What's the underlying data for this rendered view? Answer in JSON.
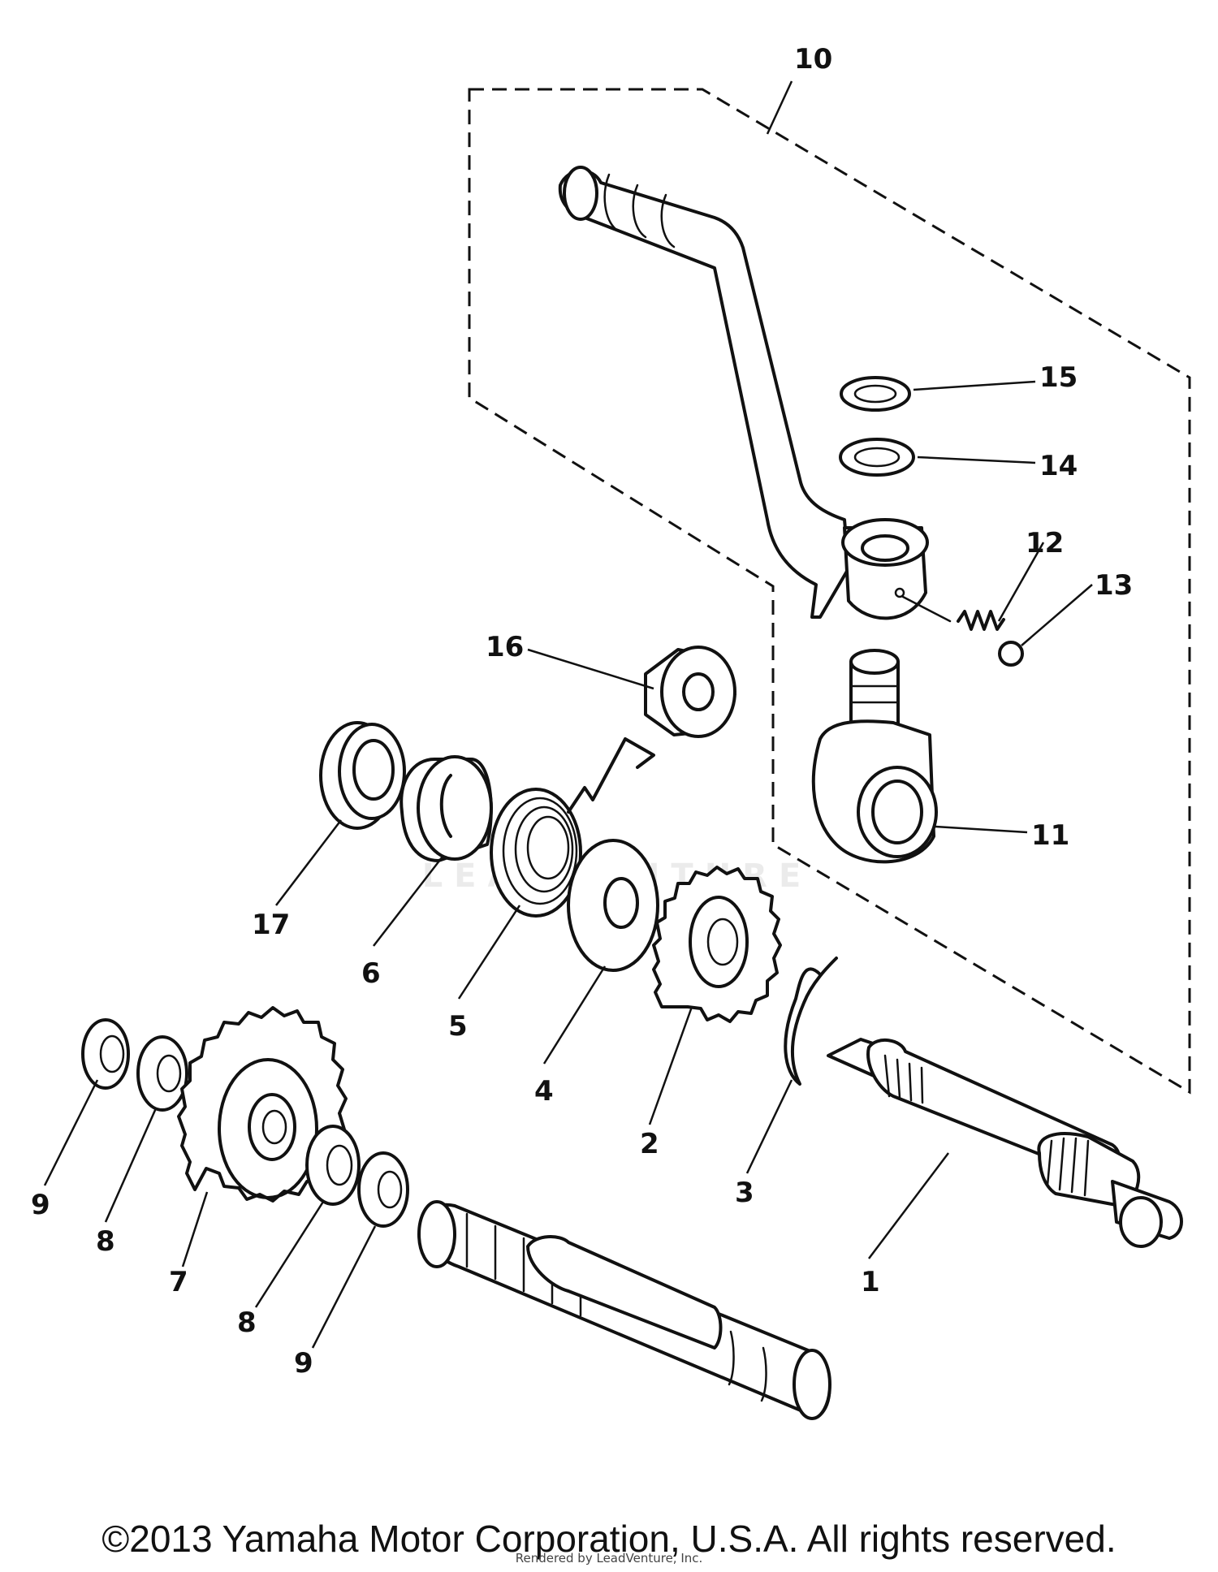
{
  "diagram": {
    "part_labels": [
      "1",
      "2",
      "3",
      "4",
      "5",
      "6",
      "7",
      "8",
      "8",
      "9",
      "9",
      "10",
      "11",
      "12",
      "13",
      "14",
      "15",
      "16",
      "17"
    ],
    "labels": {
      "l1": "1",
      "l2": "2",
      "l3": "3",
      "l4": "4",
      "l5": "5",
      "l6": "6",
      "l7": "7",
      "l8a": "8",
      "l8b": "8",
      "l9a": "9",
      "l9b": "9",
      "l10": "10",
      "l11": "11",
      "l12": "12",
      "l13": "13",
      "l14": "14",
      "l15": "15",
      "l16": "16",
      "l17": "17"
    }
  },
  "footer": {
    "copyright": "©2013 Yamaha Motor Corporation, U.S.A. All rights reserved.",
    "credit": "Rendered by LeadVenture, Inc.",
    "watermark": "LEADVENTURE"
  }
}
